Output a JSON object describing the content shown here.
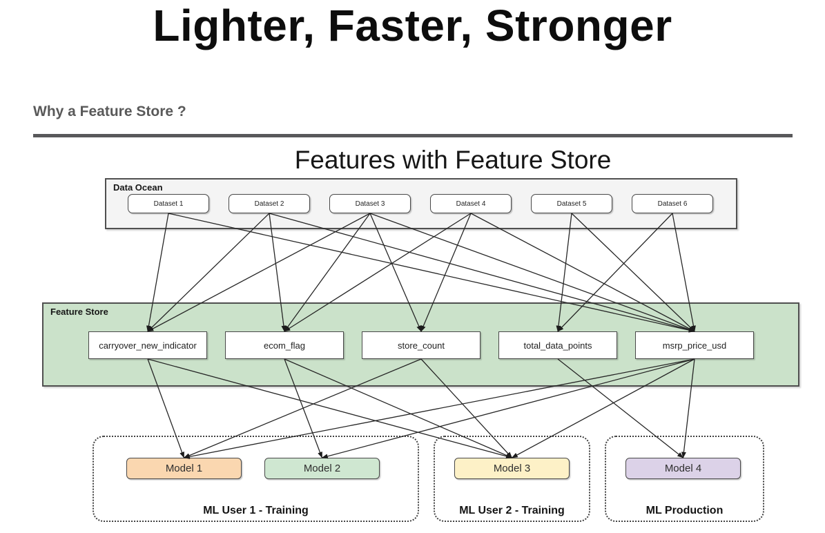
{
  "page": {
    "title": "Lighter, Faster, Stronger",
    "section_heading": "Why a Feature Store ?"
  },
  "diagram": {
    "title": "Features with Feature Store",
    "data_ocean": {
      "label": "Data Ocean",
      "fill": "#f4f4f4",
      "datasets": [
        {
          "id": "d1",
          "label": "Dataset 1"
        },
        {
          "id": "d2",
          "label": "Dataset 2"
        },
        {
          "id": "d3",
          "label": "Dataset 3"
        },
        {
          "id": "d4",
          "label": "Dataset 4"
        },
        {
          "id": "d5",
          "label": "Dataset 5"
        },
        {
          "id": "d6",
          "label": "Dataset 6"
        }
      ]
    },
    "feature_store": {
      "label": "Feature Store",
      "fill": "#cbe2ca",
      "features": [
        {
          "id": "f1",
          "label": "carryover_new_indicator"
        },
        {
          "id": "f2",
          "label": "ecom_flag"
        },
        {
          "id": "f3",
          "label": "store_count"
        },
        {
          "id": "f4",
          "label": "total_data_points"
        },
        {
          "id": "f5",
          "label": "msrp_price_usd"
        }
      ]
    },
    "model_groups": [
      {
        "label": "ML User 1 - Training",
        "models": [
          {
            "id": "m1",
            "label": "Model 1",
            "fill": "#fad7b0"
          },
          {
            "id": "m2",
            "label": "Model 2",
            "fill": "#cfe7d1"
          }
        ]
      },
      {
        "label": "ML User 2 - Training",
        "models": [
          {
            "id": "m3",
            "label": "Model 3",
            "fill": "#fdf1c7"
          }
        ]
      },
      {
        "label": "ML Production",
        "models": [
          {
            "id": "m4",
            "label": "Model 4",
            "fill": "#dcd2e8"
          }
        ]
      }
    ],
    "edges": {
      "dataset_to_feature": [
        [
          "d1",
          "f1"
        ],
        [
          "d1",
          "f5"
        ],
        [
          "d2",
          "f1"
        ],
        [
          "d2",
          "f2"
        ],
        [
          "d2",
          "f5"
        ],
        [
          "d3",
          "f1"
        ],
        [
          "d3",
          "f2"
        ],
        [
          "d3",
          "f3"
        ],
        [
          "d3",
          "f5"
        ],
        [
          "d4",
          "f2"
        ],
        [
          "d4",
          "f3"
        ],
        [
          "d4",
          "f5"
        ],
        [
          "d5",
          "f4"
        ],
        [
          "d5",
          "f5"
        ],
        [
          "d6",
          "f4"
        ],
        [
          "d6",
          "f5"
        ]
      ],
      "feature_to_model": [
        [
          "f1",
          "m1"
        ],
        [
          "f1",
          "m3"
        ],
        [
          "f2",
          "m2"
        ],
        [
          "f2",
          "m3"
        ],
        [
          "f3",
          "m1"
        ],
        [
          "f3",
          "m3"
        ],
        [
          "f4",
          "m4"
        ],
        [
          "f5",
          "m1"
        ],
        [
          "f5",
          "m2"
        ],
        [
          "f5",
          "m3"
        ],
        [
          "f5",
          "m4"
        ]
      ]
    },
    "colors": {
      "arrow": "#262626",
      "node_fill": "#ffffff",
      "node_border": "#474747",
      "heading_gray": "#595959"
    }
  }
}
